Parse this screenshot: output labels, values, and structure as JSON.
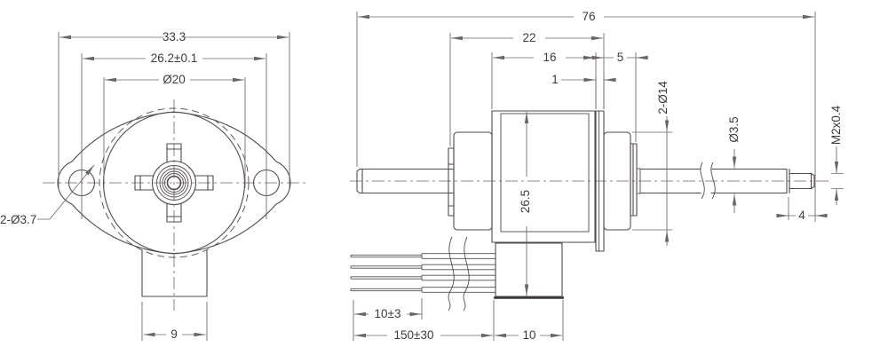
{
  "front_view": {
    "overall_width": "33.3",
    "hole_spacing": "26.2±0.1",
    "pilot_diameter": "Ø20",
    "mounting_holes": "2-Ø3.7",
    "terminal_block_width": "9"
  },
  "side_view": {
    "overall_length": "76",
    "housing_length": "22",
    "body_length": "16",
    "front_boss_length": "5",
    "flange_thickness": "1",
    "boss_diameter": "2-Ø14",
    "overall_height": "26.5",
    "shaft_diameter": "Ø3.5",
    "thread_spec": "M2x0.4",
    "thread_length": "4",
    "strip_length": "10±3",
    "lead_length": "150±30",
    "terminal_block_length": "10"
  },
  "colors": {
    "line": "#544a4a",
    "dimension": "#6e6464",
    "text": "#3f3b3b",
    "background": "#ffffff"
  }
}
